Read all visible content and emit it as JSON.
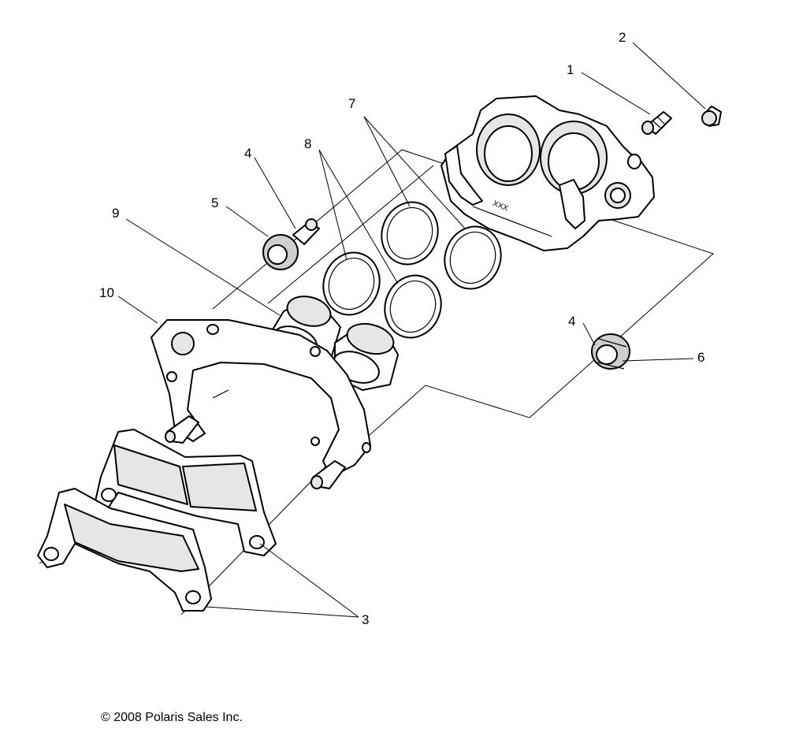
{
  "callouts": {
    "c1": "1",
    "c2": "2",
    "c3": "3",
    "c4a": "4",
    "c4b": "4",
    "c5": "5",
    "c6": "6",
    "c7": "7",
    "c8": "8",
    "c9": "9",
    "c10": "10"
  },
  "caliper_marking": "XXX",
  "copyright": "© 2008 Polaris Sales Inc."
}
